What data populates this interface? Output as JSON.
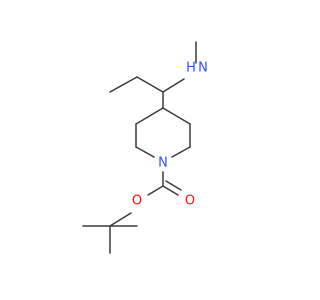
{
  "colors": {
    "bond": "#3a3a3a",
    "carbon": "#3a3a3a",
    "nitrogen": "#3050f8",
    "oxygen": "#ff0d0d"
  },
  "atoms": [
    {
      "element": "N",
      "label": "H"
    },
    {
      "element": "N",
      "label": "N"
    },
    {
      "element": "N",
      "label": "N"
    },
    {
      "element": "O",
      "label": "O"
    },
    {
      "element": "O",
      "label": "O"
    }
  ]
}
